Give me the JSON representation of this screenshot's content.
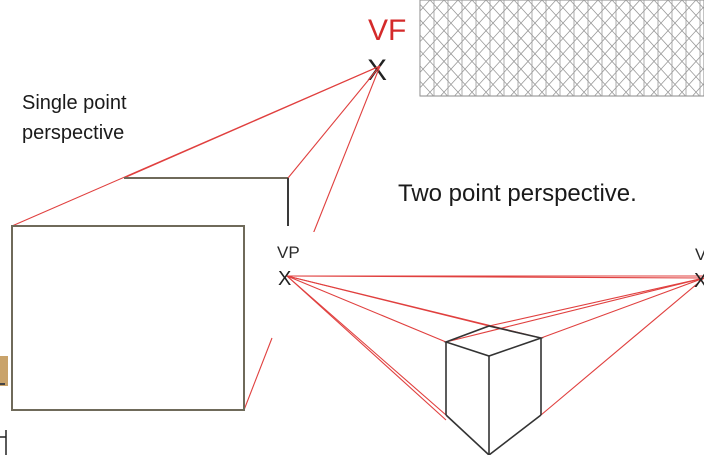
{
  "captions": {
    "single_point": "Single point perspective",
    "two_point": "Two point perspective."
  },
  "vanishing_point_labels": {
    "top": "VF",
    "left": "VP",
    "right": "V"
  },
  "markers": {
    "cross": "X"
  },
  "colors": {
    "construction_line": "#e0403f",
    "cube_edge": "#6f6a5a",
    "box_edge": "#333333",
    "grid_line": "#9a9a9a",
    "vp_label": "#d42a2a"
  },
  "icons": {
    "isometric_grid": "isometric-grid-icon"
  }
}
